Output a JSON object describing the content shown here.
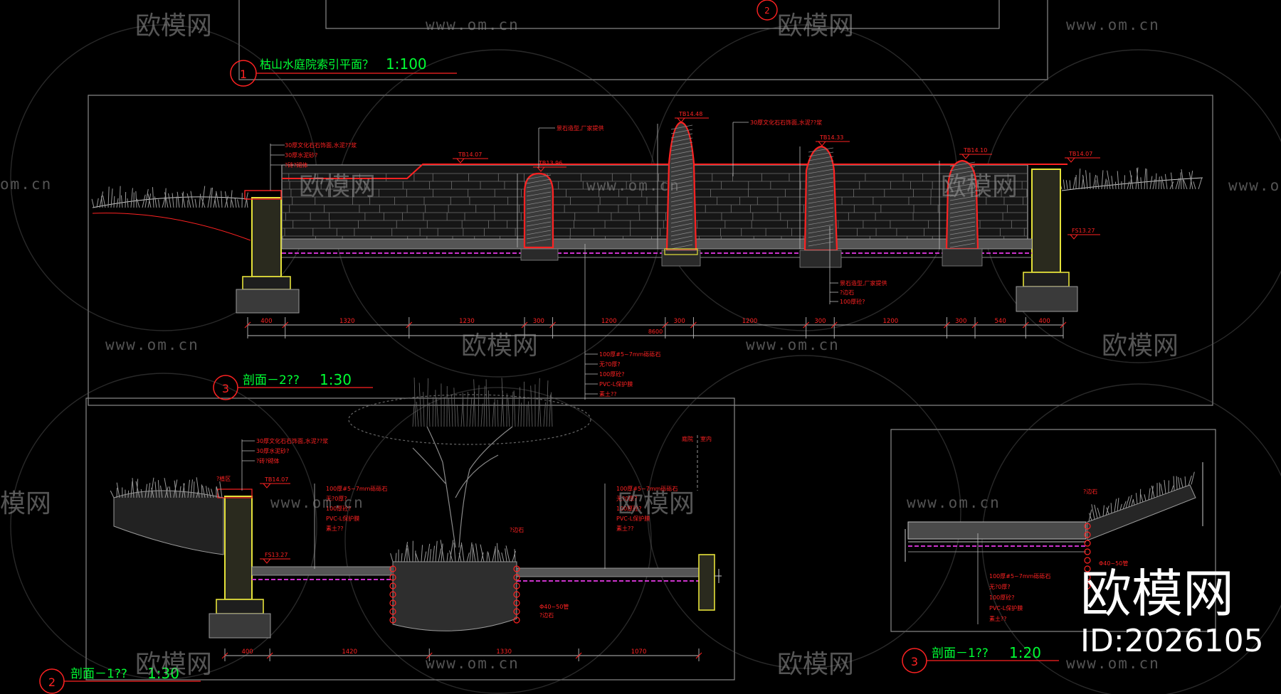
{
  "titles": {
    "plan": {
      "num": "1",
      "label": "枯山水庭院索引平面？",
      "scale": "1:100"
    },
    "section_22": {
      "num": "3",
      "label": "剖面－2??",
      "scale": "1:30"
    },
    "section_11_a": {
      "num": "2",
      "label": "剖面－1??",
      "scale": "1:30"
    },
    "section_11_b": {
      "num": "3",
      "label": "剖面－1??",
      "scale": "1:20"
    },
    "top_marker": "2"
  },
  "elevations": {
    "wall_left_top": "TB14.07",
    "stone_2": "TB14.48",
    "stone_3": "TB14.33",
    "stone_4": "TB14.10",
    "wall_right_top": "TB14.07",
    "stone_1": "TB13.96",
    "floor_right": "FS13.27",
    "s2_wall": "TB14.07",
    "s2_floor": "FS13.27"
  },
  "dims_top": [
    "400",
    "1320",
    "1230",
    "300",
    "1200",
    "300",
    "1200",
    "300",
    "1200",
    "300",
    "540",
    "400"
  ],
  "dim_total_top": "8600",
  "dims_bottom": [
    "400",
    "1420",
    "1330",
    "1070"
  ],
  "layer_notes": [
    "100厚#5~7mm砾砾石",
    "无?0厚?",
    "100厚砼?",
    "PVC-L保护膜",
    "素土??"
  ],
  "wall_notes": [
    "30厚文化石石饰面,水泥??浆",
    "30厚水泥砂?",
    "?砖?砌体"
  ],
  "stone_note": "景石造型,厂家提供",
  "misc_notes": {
    "plant_bed": "?植区",
    "pipe": "Φ40~50管",
    "edge": "?边石"
  },
  "section_header": [
    "庭院",
    "室内"
  ],
  "watermark_brand": "欧模网",
  "watermark_url": "www.om.cn",
  "watermark_url_short": "om.cn",
  "watermark_brand_short": "模网",
  "corner_brand": "欧模网",
  "corner_id": "ID:2026105",
  "colors": {
    "background": "#000000",
    "title_green": "#00ff33",
    "annotation_red": "#ff2222",
    "accent_yellow": "#e5e23a",
    "magenta": "#cc33cc",
    "frame": "#8a8a8a"
  }
}
